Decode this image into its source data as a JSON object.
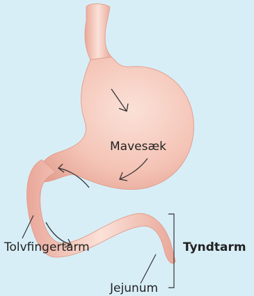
{
  "labels": {
    "stomach": "Mavesæk",
    "duodenum": "Tolvfingertarm",
    "jejunum": "Jejunum",
    "small_intestine": "Tyndtarm"
  },
  "colors": {
    "background": "#d8eef7",
    "organ_fill": "#f4c4b6",
    "organ_shade": "#e9a799",
    "organ_highlight": "#fbe1d8",
    "text": "#222222"
  }
}
